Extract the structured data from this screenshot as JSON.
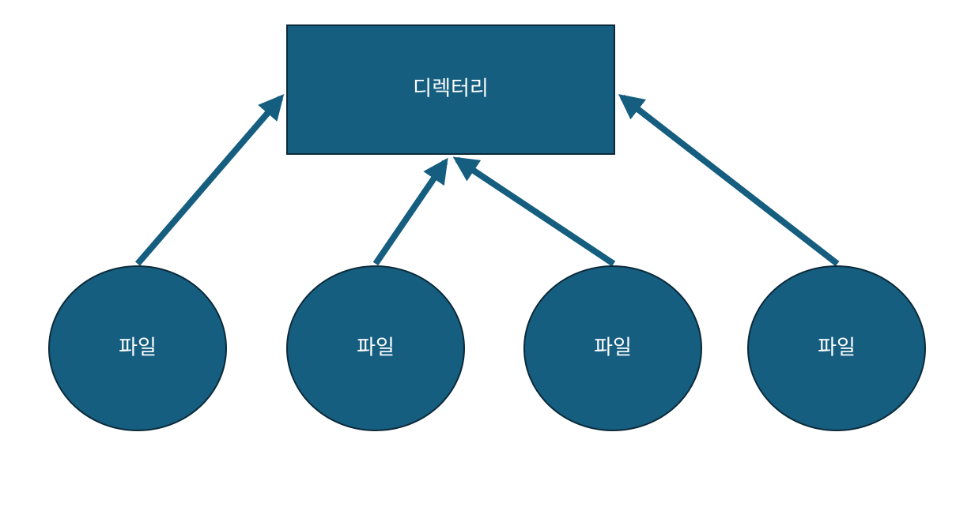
{
  "colors": {
    "node_fill": "#165e80",
    "node_stroke": "#0b2a3a",
    "edge": "#165e80",
    "label": "#ffffff",
    "background": "#ffffff"
  },
  "directory": {
    "label": "디렉터리"
  },
  "files": [
    {
      "label": "파일"
    },
    {
      "label": "파일"
    },
    {
      "label": "파일"
    },
    {
      "label": "파일"
    }
  ]
}
